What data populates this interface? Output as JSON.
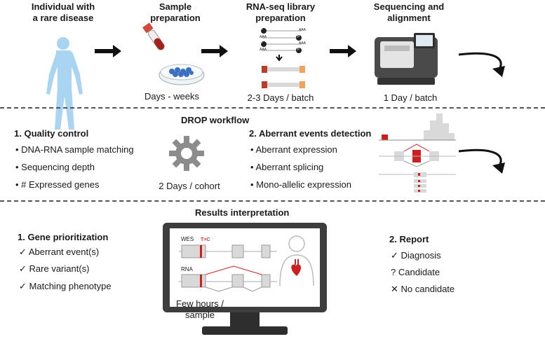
{
  "top": {
    "step1": {
      "title_line1": "Individual with",
      "title_line2": "a rare disease"
    },
    "step2": {
      "title": "Sample preparation",
      "time": "Days - weeks"
    },
    "step3": {
      "title_line1": "RNA-seq library",
      "title_line2": "preparation",
      "time": "2-3 Days / batch",
      "tube_labels": [
        "P",
        "P",
        "P",
        "P"
      ],
      "poly_a": [
        "AAA",
        "AAA",
        "AAA",
        "AAA"
      ]
    },
    "step4": {
      "title_line1": "Sequencing and",
      "title_line2": "alignment",
      "time": "1 Day / batch"
    }
  },
  "middle": {
    "title": "DROP workflow",
    "qc": {
      "heading": "1. Quality control",
      "items": [
        "DNA-RNA sample matching",
        "Sequencing depth",
        "# Expressed genes"
      ]
    },
    "gear_time": "2 Days / cohort",
    "aberrant": {
      "heading": "2. Aberrant events detection",
      "items": [
        "Aberrant expression",
        "Aberrant splicing",
        "Mono-allelic expression"
      ]
    }
  },
  "bottom": {
    "title": "Results interpretation",
    "prioritization": {
      "heading": "1.  Gene prioritization",
      "items": [
        "Aberrant event(s)",
        "Rare variant(s)",
        "Matching phenotype"
      ],
      "mark": "✓"
    },
    "monitor": {
      "wes": "WES",
      "variant": "T>C",
      "rna": "RNA"
    },
    "time_line1": "Few hours /",
    "time_line2": "sample",
    "report": {
      "heading": "2. Report",
      "items": [
        {
          "mark": "✓",
          "text": "Diagnosis"
        },
        {
          "mark": "?",
          "text": "Candidate"
        },
        {
          "mark": "✕",
          "text": "No candidate"
        }
      ]
    }
  },
  "colors": {
    "accent_red": "#c0392b",
    "body_blue": "#a9d4f2",
    "exon_gray": "#c8c8c8",
    "orange": "#f0a35a",
    "petri_blue": "#3b6fc4"
  }
}
